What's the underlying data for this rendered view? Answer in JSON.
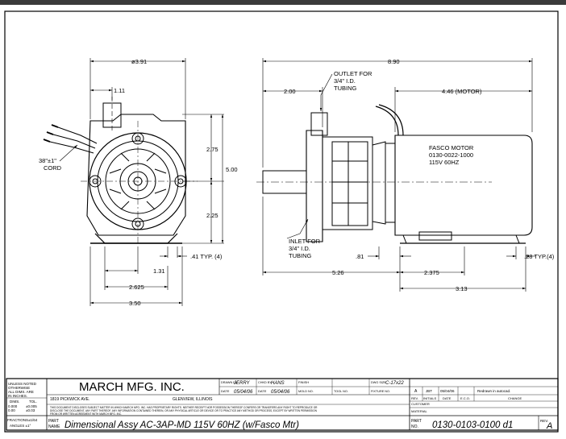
{
  "dims": {
    "dia": "ø3.91",
    "d111": "1.11",
    "d275": "2.75",
    "d500": "5.00",
    "d225": "2.25",
    "d131": "1.31",
    "d41": ".41 TYP. (4)",
    "d2625": "2.625",
    "d350": "3.50",
    "d890": "8.90",
    "d200": "2.00",
    "d446": "4.46 (MOTOR)",
    "d81": ".81",
    "d526": "5.26",
    "d2375": "2.375",
    "d313": "3.13",
    "d28": ".28 TYP.(4)"
  },
  "notes": {
    "cord1": "38\"±1\"",
    "cord2": "CORD",
    "outlet1": "OUTLET FOR",
    "outlet2": "3/4\" I.D.",
    "outlet3": "TUBING",
    "inlet1": "INLET FOR",
    "inlet2": "3/4\" I.D.",
    "inlet3": "TUBING",
    "motor1": "FASCO MOTOR",
    "motor2": "0130-0022-1000",
    "motor3": "115V 60HZ"
  },
  "title_block": {
    "unless1": "UNLESS NOTED",
    "unless2": "OTHERWISE",
    "unless3": "ALL DIMS. ARE",
    "unless4": "IN INCHES.",
    "dims_label": "DIMS.",
    "tol_label": "TOL.",
    "tol1a": "0.000",
    "tol1b": "±0.005",
    "tol2a": "0.00",
    "tol2b": "±0.03",
    "fractions": "FRACTIONS±1/64",
    "angles": "ANGLES  ±1°",
    "company": "MARCH MFG. INC.",
    "address": "1819 PICKWICK AVE.",
    "city": "GLENVIEW, ILLINOIS",
    "drawn_by_label": "DRAWN BY",
    "drawn_by": "JERRY",
    "chkd_by_label": "CHKD BY",
    "chkd_by": "HANS",
    "finish_label": "FINISH",
    "dwg_size_label": "DWG SIZE",
    "dwg_size": "C-17x22",
    "date_label": "DATE",
    "date1": "05/04/06",
    "date2": "05/04/06",
    "mold_label": "MOLD NO.",
    "tool_label": "TOOL NO.",
    "fixture_label": "FIXTURE NO.",
    "disclaimer1": "THIS DOCUMENT DISCLOSES SUBJECT MATTER IN WHICH MARCH MFG. INC. HAS PROPRIETARY RIGHTS. NEITHER RECEIPT NOR POSSESSION THEREOF CONFERS OR TRANSFERS ANY RIGHT TO REPRODUCE OR",
    "disclaimer2": "DISCLOSE THE DOCUMENT, ANY PART THEREOF, ANY INFORMATION CONTAINED THEREIN, OR ANY PHYSICAL ARTICLE OR DEVICE OR TO PRACTICE ANY METHOD OR PROCESS, EXCEPT BY WRITTEN PERMISSION",
    "disclaimer3": "FROM OR WRITTEN AGREEMENT WITH MARCH MFG. INC.",
    "part_name_label1": "PART",
    "part_name_label2": "NAME",
    "part_name": "Dimensional Assy AC-3AP-MD 115V 60HZ (w/Fasco Mtr)",
    "customer_label": "CUSTOMER",
    "material_label": "MATERIAL",
    "part_no_label1": "PART",
    "part_no_label2": "NO.",
    "part_no": "0130-0103-0100 d1",
    "rev_label": "REV.",
    "rev": "A"
  },
  "revision": {
    "rev": "A",
    "initials": "JBT",
    "date": "05/04/06",
    "change": "Redrawn in autocad.",
    "h_rev": "REV.",
    "h_initials": "INITIALS",
    "h_date": "DATE",
    "h_eco": "E.C.O.",
    "h_change": "CHANGE"
  }
}
